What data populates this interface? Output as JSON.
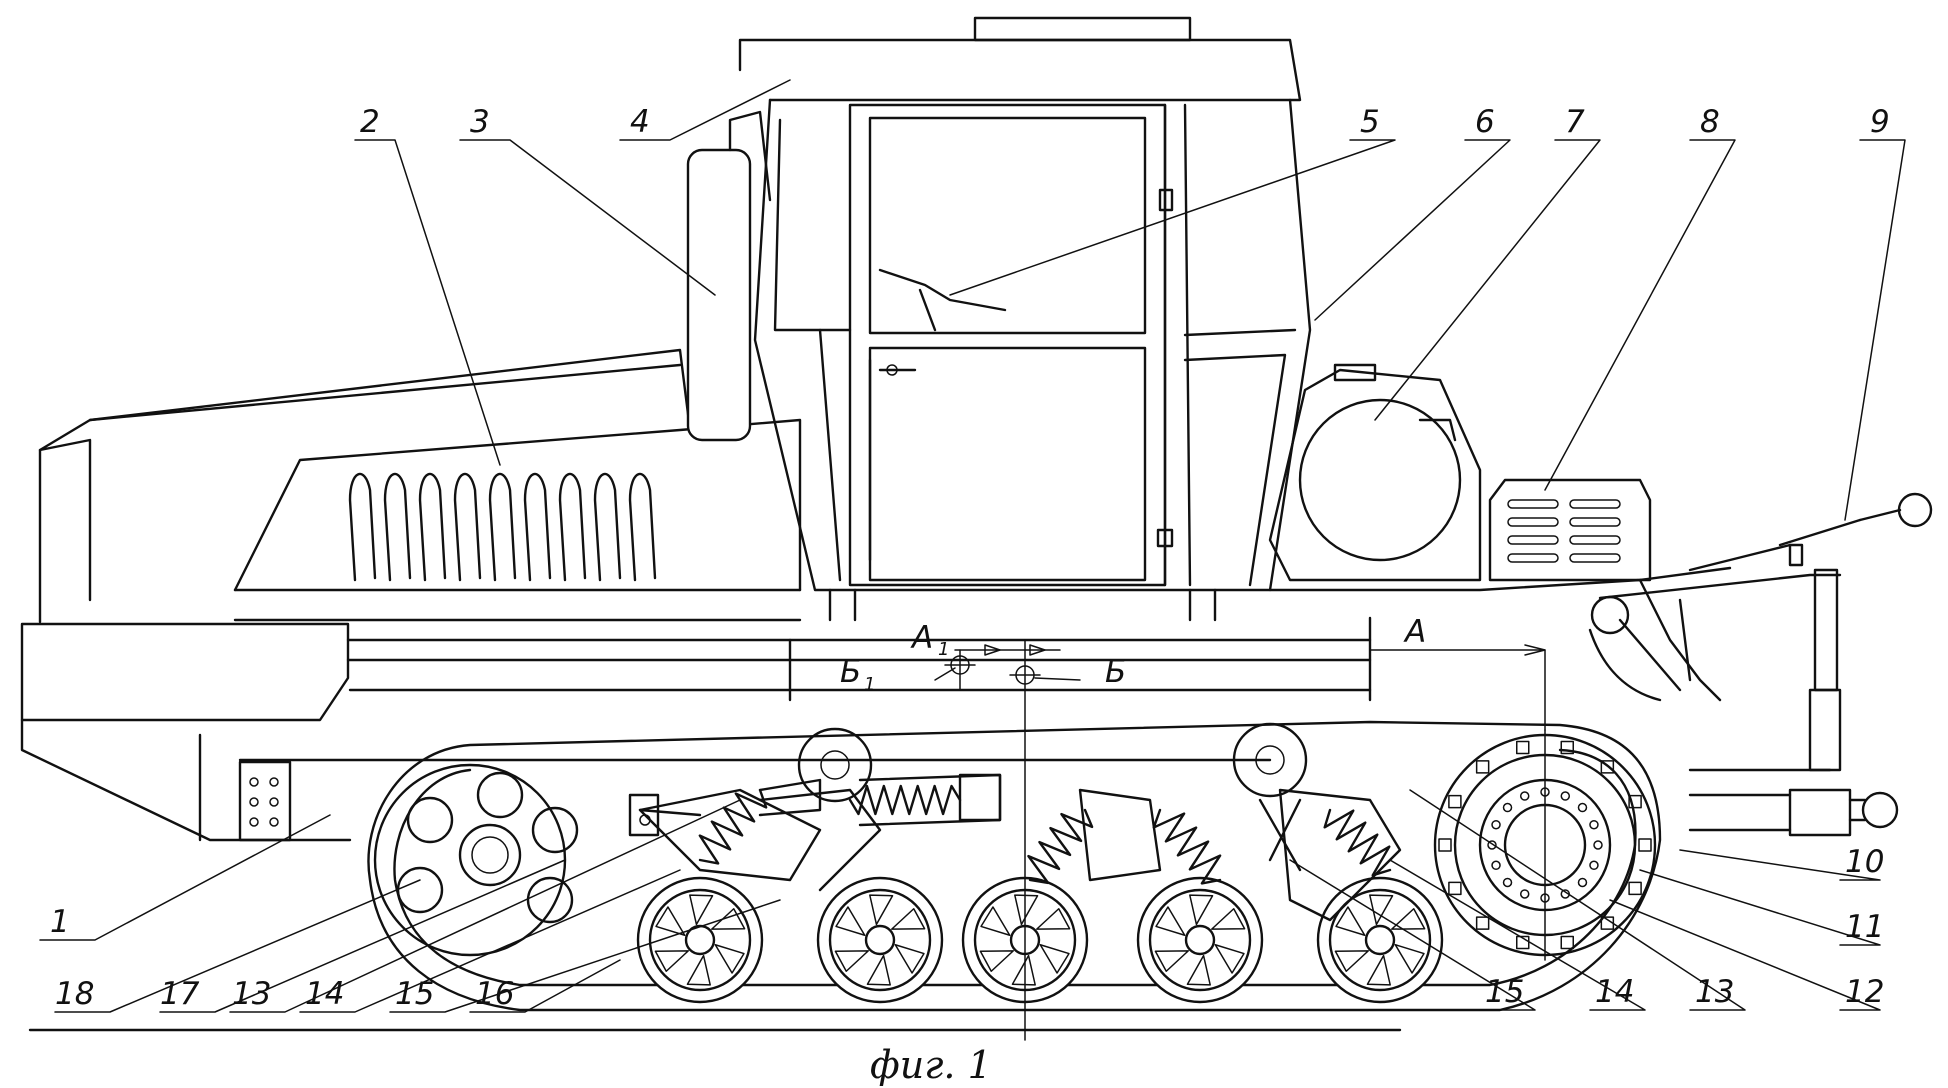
{
  "figure": {
    "caption": "фиг. 1",
    "callouts": [
      "1",
      "2",
      "3",
      "4",
      "5",
      "6",
      "7",
      "8",
      "9",
      "10",
      "11",
      "12",
      "13",
      "14",
      "15",
      "16",
      "17",
      "18",
      "13",
      "14",
      "15"
    ],
    "markers": {
      "a": "А",
      "a1": "А",
      "a1_sub": "1",
      "b": "Б",
      "b1": "Б",
      "b1_sub": "1"
    }
  }
}
